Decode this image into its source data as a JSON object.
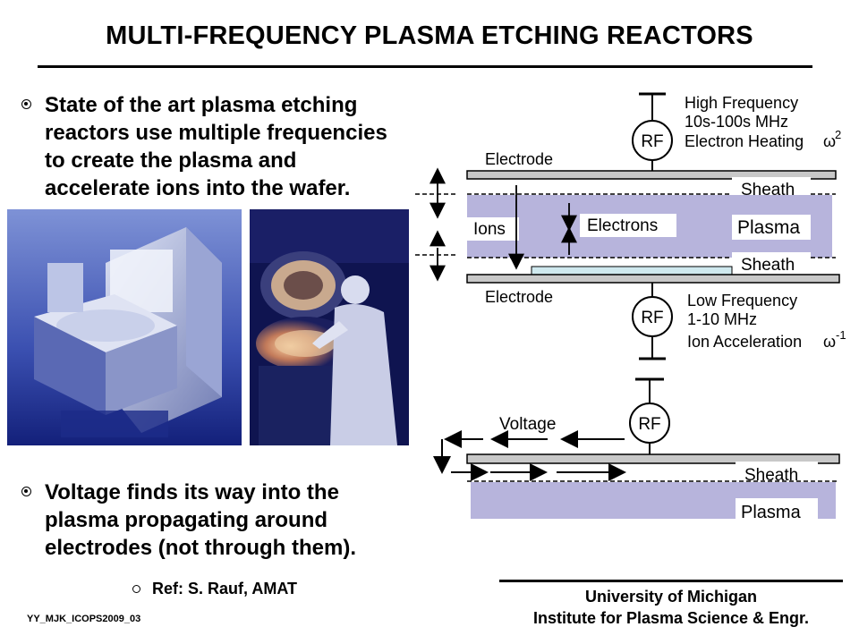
{
  "title": "MULTI-FREQUENCY PLASMA ETCHING REACTORS",
  "bullets": [
    "State of the art plasma etching\nreactors use multiple frequencies\nto create the plasma and\naccelerate ions into the wafer.",
    "Voltage finds its way into the\nplasma propagating around\nelectrodes (not through them)."
  ],
  "reference": "Ref: S. Rauf, AMAT",
  "slide_code": "YY_MJK_ICOPS2009_03",
  "footer": {
    "line1": "University of Michigan",
    "line2": "Institute for Plasma Science & Engr."
  },
  "diagram_top": {
    "rf_top_label": "RF",
    "hf_line1": "High Frequency",
    "hf_line2": "10s-100s MHz",
    "hf_line3": "Electron Heating",
    "hf_omega": "ω",
    "hf_exp": "2",
    "electrode_top": "Electrode",
    "sheath_top": "Sheath",
    "ions": "Ions",
    "electrons": "Electrons",
    "plasma": "Plasma",
    "sheath_bottom": "Sheath",
    "electrode_bottom": "Electrode",
    "rf_bottom_label": "RF",
    "lf_line1": "Low Frequency",
    "lf_line2": "1-10 MHz",
    "lf_line3": "Ion Acceleration",
    "lf_omega": "ω",
    "lf_exp": "-1"
  },
  "diagram_bottom": {
    "voltage": "Voltage",
    "rf_label": "RF",
    "sheath": "Sheath",
    "plasma": "Plasma"
  },
  "colors": {
    "plasma": "#b7b4dc",
    "electrode": "#c8c8c8",
    "wafer": "#cfe9ee",
    "photo_blue": "#1a2f8f"
  }
}
